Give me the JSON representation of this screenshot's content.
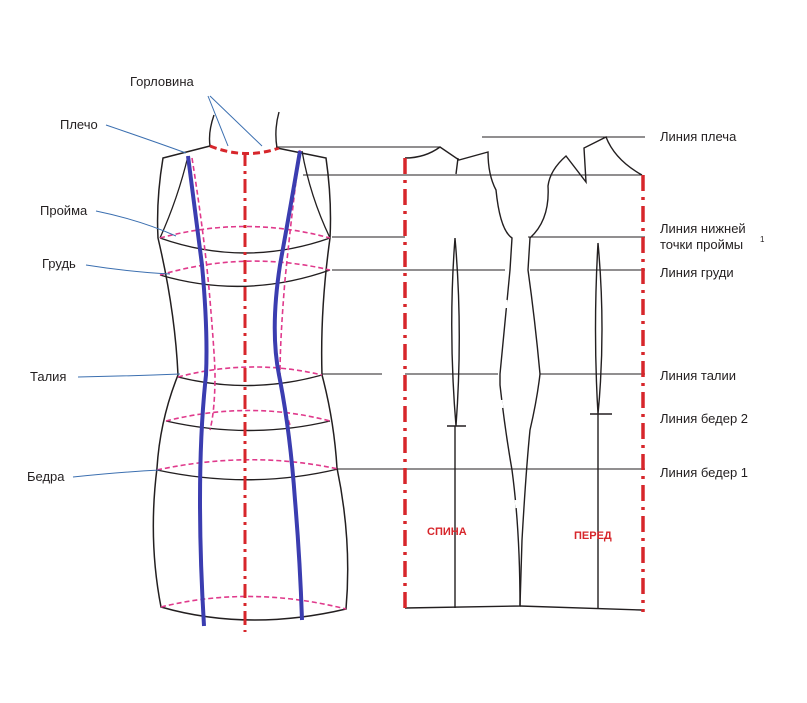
{
  "colors": {
    "outline": "#231f20",
    "center_line": "#d7262b",
    "guide_dashed": "#e03a8c",
    "princess_seam": "#3b3db0"
  },
  "left_labels": {
    "neckline": "Горловина",
    "shoulder": "Плечо",
    "armhole": "Пройма",
    "chest": "Грудь",
    "waist": "Талия",
    "hips": "Бедра"
  },
  "right_labels": {
    "shoulder_line": "Линия плеча",
    "armhole_line_1": "Линия нижней",
    "armhole_line_2": "точки проймы",
    "armhole_sup": "1",
    "chest_line": "Линия груди",
    "waist_line": "Линия талии",
    "hip_line_2": "Линия бедер 2",
    "hip_line_1": "Линия бедер 1"
  },
  "pattern_labels": {
    "back": "СПИНА",
    "front": "ПЕРЕД"
  }
}
